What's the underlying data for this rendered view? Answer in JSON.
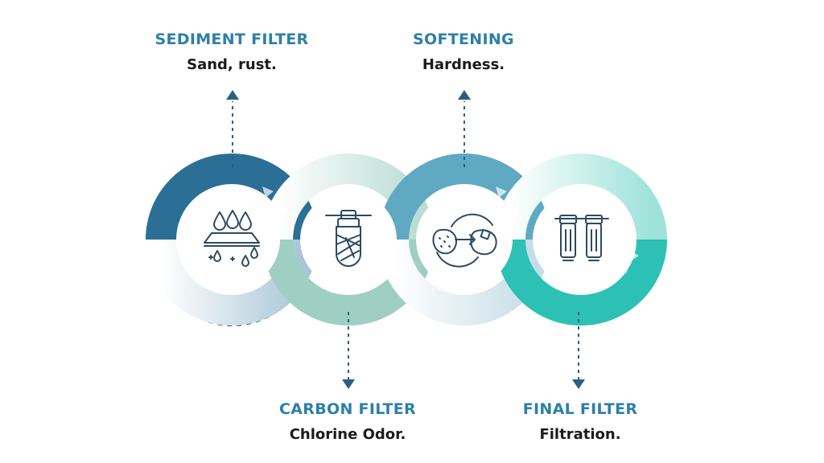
{
  "stages": [
    {
      "key": "sediment",
      "title": "SEDIMENT FILTER",
      "subtitle": "Sand, rust.",
      "icon": "sediment-drops-icon"
    },
    {
      "key": "carbon",
      "title": "CARBON FILTER",
      "subtitle": "Chlorine Odor.",
      "icon": "carbon-cartridge-icon"
    },
    {
      "key": "softening",
      "title": "SOFTENING",
      "subtitle": "Hardness.",
      "icon": "softening-stone-icon"
    },
    {
      "key": "final",
      "title": "FINAL FILTER",
      "subtitle": "Filtration.",
      "icon": "twin-filter-icon"
    }
  ],
  "colors": {
    "sediment_dark": "#2b6f96",
    "sediment_light": "#d4e3ec",
    "carbon_light": "#d9ebe6",
    "carbon_dark": "#9fcfc2",
    "softening_dark": "#5fa9c2",
    "softening_light": "#dbeaf0",
    "final_dark": "#2cc1b4",
    "final_light": "#cdeee9",
    "title_text": "#2e7fa8",
    "subtitle_text": "#1b1b1b",
    "connector": "#2c5f7e",
    "icon_stroke": "#2b4a63"
  }
}
